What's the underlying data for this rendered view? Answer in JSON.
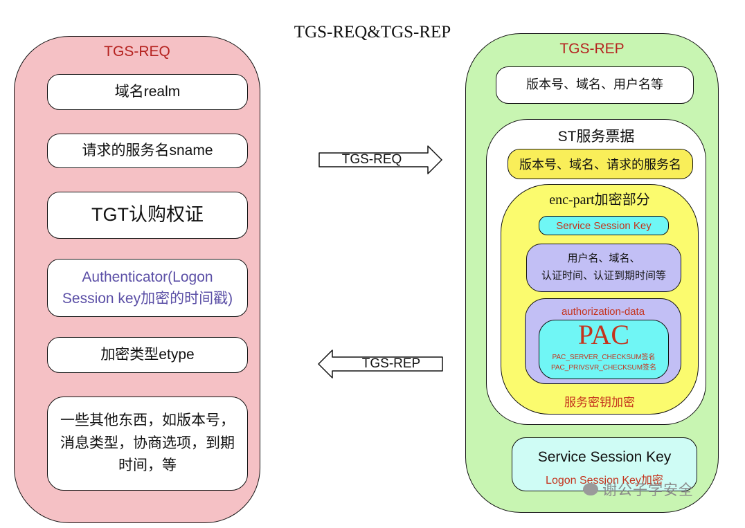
{
  "title": "TGS-REQ&TGS-REP",
  "req_panel": {
    "heading": "TGS-REQ",
    "items": [
      "域名realm",
      "请求的服务名sname",
      "TGT认购权证",
      "Authenticator(Logon Session key加密的时间戳)",
      "加密类型etype",
      "一些其他东西，如版本号，消息类型，协商选项，到期时间，等"
    ],
    "authenticator_line1": "Authenticator(Logon",
    "authenticator_line2": "Session key加密的时间戳)",
    "misc_line1": "一些其他东西，如版本号，",
    "misc_line2": "消息类型，协商选项，到期",
    "misc_line3": "时间，等"
  },
  "arrows": {
    "request": "TGS-REQ",
    "reply": "TGS-REP"
  },
  "rep_panel": {
    "heading": "TGS-REP",
    "version_info": "版本号、域名、用户名等",
    "st": {
      "title": "ST服务票据",
      "header": "版本号、域名、请求的服务名",
      "enc_part": {
        "title": "enc-part加密部分",
        "service_session_key": "Service Session Key",
        "user_info_line1": "用户名、域名、",
        "user_info_line2": "认证时间、认证到期时间等",
        "authorization_data": {
          "label": "authorization-data",
          "pac_title": "PAC",
          "pac_line1": "PAC_SERVER_CHECKSUM签名",
          "pac_line2": "PAC_PRIVSVR_CHECKSUM签名"
        },
        "footer": "服务密钥加密"
      }
    },
    "session_key_box": {
      "title": "Service Session Key",
      "subtitle": "Logon Session Key加密"
    }
  },
  "watermark": "谢公子学安全",
  "colors": {
    "req_panel": "#f5c1c5",
    "rep_panel": "#c8f5b2",
    "heading_red": "#b5221f",
    "yellow": "#fbfb6e",
    "cyan": "#6ff7f5",
    "lavender": "#c2bff5",
    "authenticator_text": "#5b4fa6"
  },
  "icons": {
    "watermark": "wechat-icon"
  }
}
